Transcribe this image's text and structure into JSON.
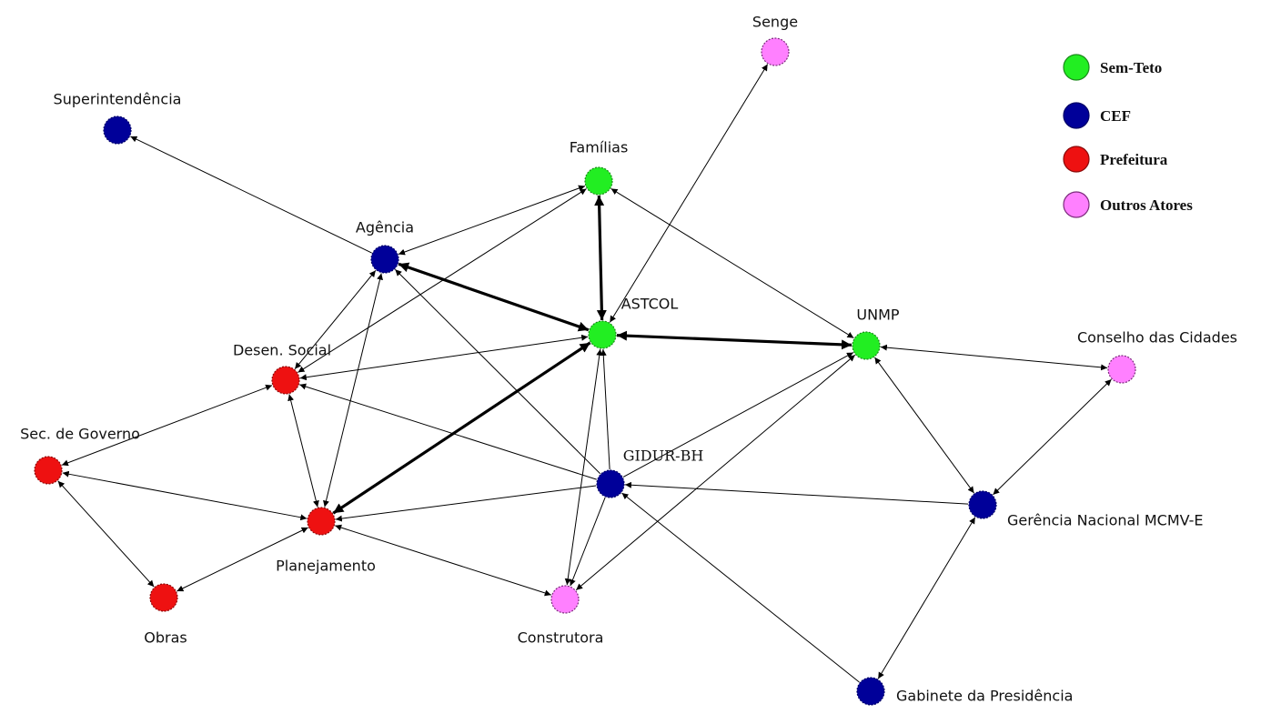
{
  "title": "Actor network diagram",
  "groups": {
    "semteto": {
      "label": "Sem-Teto",
      "fill": "#22ee22",
      "stroke": "#1a8a1a"
    },
    "cef": {
      "label": "CEF",
      "fill": "#000099",
      "stroke": "#000066"
    },
    "prefeitura": {
      "label": "Prefeitura",
      "fill": "#ee1111",
      "stroke": "#8a0a0a"
    },
    "outros": {
      "label": "Outros Atores",
      "fill": "#ff80ff",
      "stroke": "#7a2a7a"
    }
  },
  "legend": [
    {
      "group": "semteto",
      "label": "Sem-Teto"
    },
    {
      "group": "cef",
      "label": "CEF"
    },
    {
      "group": "prefeitura",
      "label": "Prefeitura"
    },
    {
      "group": "outros",
      "label": "Outros Atores"
    }
  ],
  "nodes": [
    {
      "id": "senge",
      "label": "Senge",
      "group": "outros"
    },
    {
      "id": "superintendencia",
      "label": "Superintendência",
      "group": "cef"
    },
    {
      "id": "familias",
      "label": "Famílias",
      "group": "semteto"
    },
    {
      "id": "agencia",
      "label": "Agência",
      "group": "cef"
    },
    {
      "id": "astcol",
      "label": "ASTCOL",
      "group": "semteto"
    },
    {
      "id": "unmp",
      "label": "UNMP",
      "group": "semteto"
    },
    {
      "id": "conselho",
      "label": "Conselho das Cidades",
      "group": "outros"
    },
    {
      "id": "desen",
      "label": "Desen. Social",
      "group": "prefeitura"
    },
    {
      "id": "secgov",
      "label": "Sec. de Governo",
      "group": "prefeitura"
    },
    {
      "id": "gidur",
      "label": "GIDUR-BH",
      "group": "cef"
    },
    {
      "id": "gerencia",
      "label": "Gerência Nacional MCMV-E",
      "group": "cef"
    },
    {
      "id": "planejamento",
      "label": "Planejamento",
      "group": "prefeitura"
    },
    {
      "id": "obras",
      "label": "Obras",
      "group": "prefeitura"
    },
    {
      "id": "construtora",
      "label": "Construtora",
      "group": "outros"
    },
    {
      "id": "gabinete",
      "label": "Gabinete da Presidência",
      "group": "cef"
    }
  ],
  "edges": [
    {
      "from": "agencia",
      "to": "superintendencia",
      "dir": "forward",
      "strong": false
    },
    {
      "from": "familias",
      "to": "agencia",
      "dir": "both",
      "strong": false
    },
    {
      "from": "familias",
      "to": "desen",
      "dir": "both",
      "strong": false
    },
    {
      "from": "familias",
      "to": "astcol",
      "dir": "both",
      "strong": true
    },
    {
      "from": "familias",
      "to": "unmp",
      "dir": "both",
      "strong": false
    },
    {
      "from": "astcol",
      "to": "senge",
      "dir": "both",
      "strong": false
    },
    {
      "from": "agencia",
      "to": "astcol",
      "dir": "both",
      "strong": true
    },
    {
      "from": "astcol",
      "to": "unmp",
      "dir": "both",
      "strong": true
    },
    {
      "from": "astcol",
      "to": "desen",
      "dir": "both",
      "strong": false
    },
    {
      "from": "astcol",
      "to": "planejamento",
      "dir": "both",
      "strong": true
    },
    {
      "from": "astcol",
      "to": "construtora",
      "dir": "both",
      "strong": false
    },
    {
      "from": "gidur",
      "to": "astcol",
      "dir": "forward",
      "strong": false
    },
    {
      "from": "desen",
      "to": "agencia",
      "dir": "both",
      "strong": false
    },
    {
      "from": "planejamento",
      "to": "agencia",
      "dir": "both",
      "strong": false
    },
    {
      "from": "gidur",
      "to": "agencia",
      "dir": "forward",
      "strong": false
    },
    {
      "from": "desen",
      "to": "secgov",
      "dir": "both",
      "strong": false
    },
    {
      "from": "desen",
      "to": "planejamento",
      "dir": "both",
      "strong": false
    },
    {
      "from": "gidur",
      "to": "desen",
      "dir": "forward",
      "strong": false
    },
    {
      "from": "secgov",
      "to": "planejamento",
      "dir": "both",
      "strong": false
    },
    {
      "from": "secgov",
      "to": "obras",
      "dir": "both",
      "strong": false
    },
    {
      "from": "planejamento",
      "to": "obras",
      "dir": "both",
      "strong": false
    },
    {
      "from": "gidur",
      "to": "planejamento",
      "dir": "forward",
      "strong": false
    },
    {
      "from": "planejamento",
      "to": "construtora",
      "dir": "both",
      "strong": false
    },
    {
      "from": "gidur",
      "to": "construtora",
      "dir": "forward",
      "strong": false
    },
    {
      "from": "gidur",
      "to": "unmp",
      "dir": "forward",
      "strong": false
    },
    {
      "from": "unmp",
      "to": "construtora",
      "dir": "both",
      "strong": false
    },
    {
      "from": "unmp",
      "to": "conselho",
      "dir": "both",
      "strong": false
    },
    {
      "from": "unmp",
      "to": "gerencia",
      "dir": "both",
      "strong": false
    },
    {
      "from": "conselho",
      "to": "gerencia",
      "dir": "both",
      "strong": false
    },
    {
      "from": "gerencia",
      "to": "gidur",
      "dir": "forward",
      "strong": false
    },
    {
      "from": "gabinete",
      "to": "gidur",
      "dir": "forward",
      "strong": false
    },
    {
      "from": "gerencia",
      "to": "gabinete",
      "dir": "both",
      "strong": false
    }
  ]
}
